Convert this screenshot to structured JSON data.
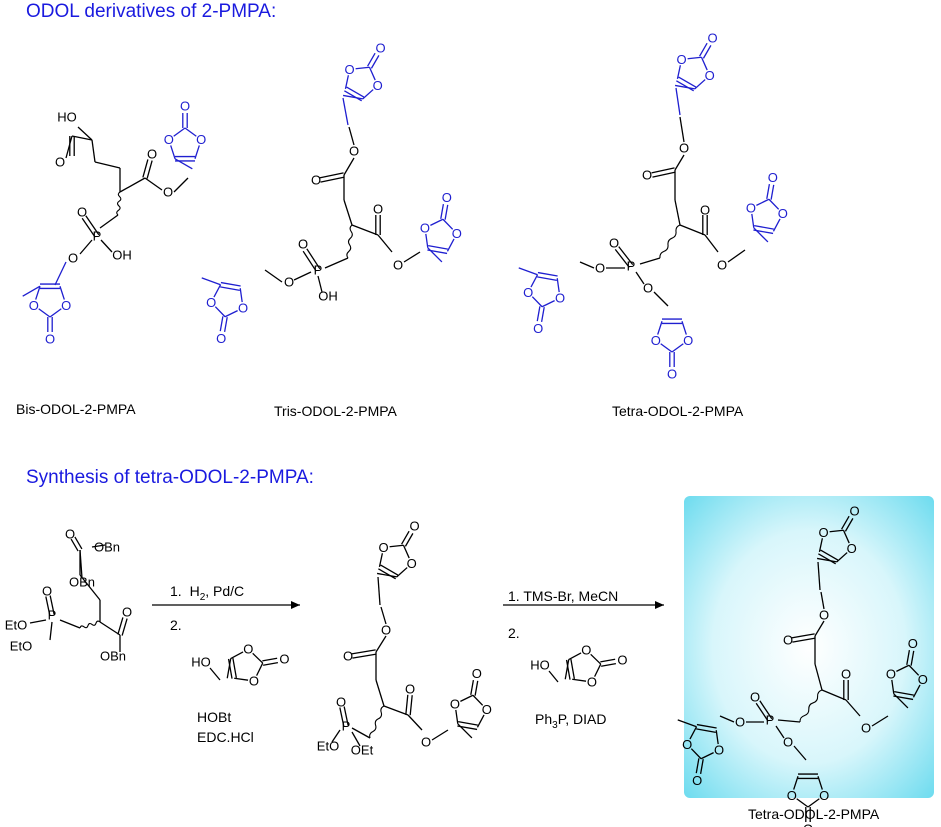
{
  "headings": {
    "derivatives": "ODOL derivatives of 2-PMPA:",
    "synthesis": "Synthesis of tetra-ODOL-2-PMPA:"
  },
  "compounds": {
    "bis": "Bis-ODOL-2-PMPA",
    "tris": "Tris-ODOL-2-PMPA",
    "tetra": "Tetra-ODOL-2-PMPA",
    "product": "Tetra-ODOL-2-PMPA"
  },
  "atoms": {
    "O": "O",
    "P": "P",
    "OH": "OH",
    "HO": "HO",
    "OBn": "OBn",
    "EtO": "EtO",
    "OEt": "OEt"
  },
  "reagents": {
    "step1": {
      "line1_num": "1.",
      "line1_a": "H",
      "line1_sub": "2",
      "line1_b": ", Pd/C",
      "line2_num": "2.",
      "extra1": "HOBt",
      "extra2": "EDC.HCl"
    },
    "step2": {
      "line1": "1. TMS-Br, MeCN",
      "line2_num": "2.",
      "extra_a": "Ph",
      "extra_sub": "3",
      "extra_b": "P, DIAD"
    }
  },
  "colors": {
    "heading": "#1a1adf",
    "ring": "#1f1fd0",
    "highlight_from": "#5fdcf0",
    "highlight_to": "#ffffff"
  }
}
